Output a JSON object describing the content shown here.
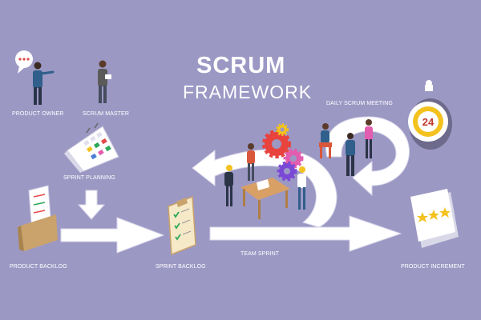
{
  "title": {
    "line1": "SCRUM",
    "line2": "FRAMEWORK"
  },
  "stages": {
    "product_owner": "PRODUCT OWNER",
    "scrum_master": "SCRUM MASTER",
    "sprint_planning": "SPRINT PLANNING",
    "product_backlog": "PRODUCT BACKLOG",
    "sprint_backlog": "SPRINT BACKLOG",
    "team_sprint": "TEAM SPRINT",
    "daily_scrum": "DAILY SCRUM MEETING",
    "product_increment": "PRODUCT INCREMENT"
  },
  "timer": {
    "value": "24"
  },
  "increment_rating": {
    "stars_filled": 3
  },
  "colors": {
    "background": "#9c98c4",
    "arrow": "#ffffff",
    "gear_red": "#e8433d",
    "gear_pink": "#e25db0",
    "gear_purple": "#7a49d6",
    "gear_yellow": "#f3c21f",
    "star": "#f3c21f",
    "check": "#2ea85a",
    "x_mark": "#e24a4a"
  },
  "icons": [
    "speech-bubble-icon",
    "calendar-icon",
    "down-arrow-icon",
    "folder-icon",
    "clipboard-icon",
    "gear-icon",
    "stopwatch-icon",
    "star-icon"
  ]
}
